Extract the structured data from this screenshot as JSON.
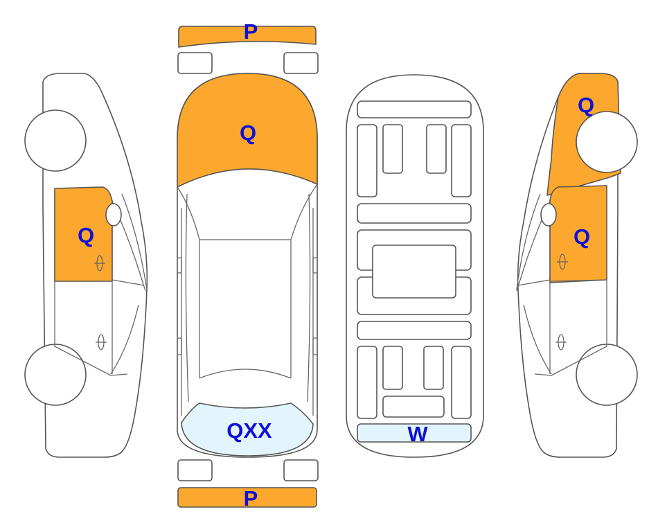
{
  "colors": {
    "damage": "#FCA82E",
    "light_damage": "#E2F5FC",
    "label": "#1010D6",
    "outline": "#555555",
    "background": "#FFFFFF"
  },
  "labels": {
    "front_bumper": "P",
    "hood": "Q",
    "windshield": "QXX",
    "rear_bumper": "P",
    "left_front_door": "Q",
    "right_front_door": "Q",
    "right_front_fender": "Q",
    "trunk_floor_panel": "W"
  }
}
